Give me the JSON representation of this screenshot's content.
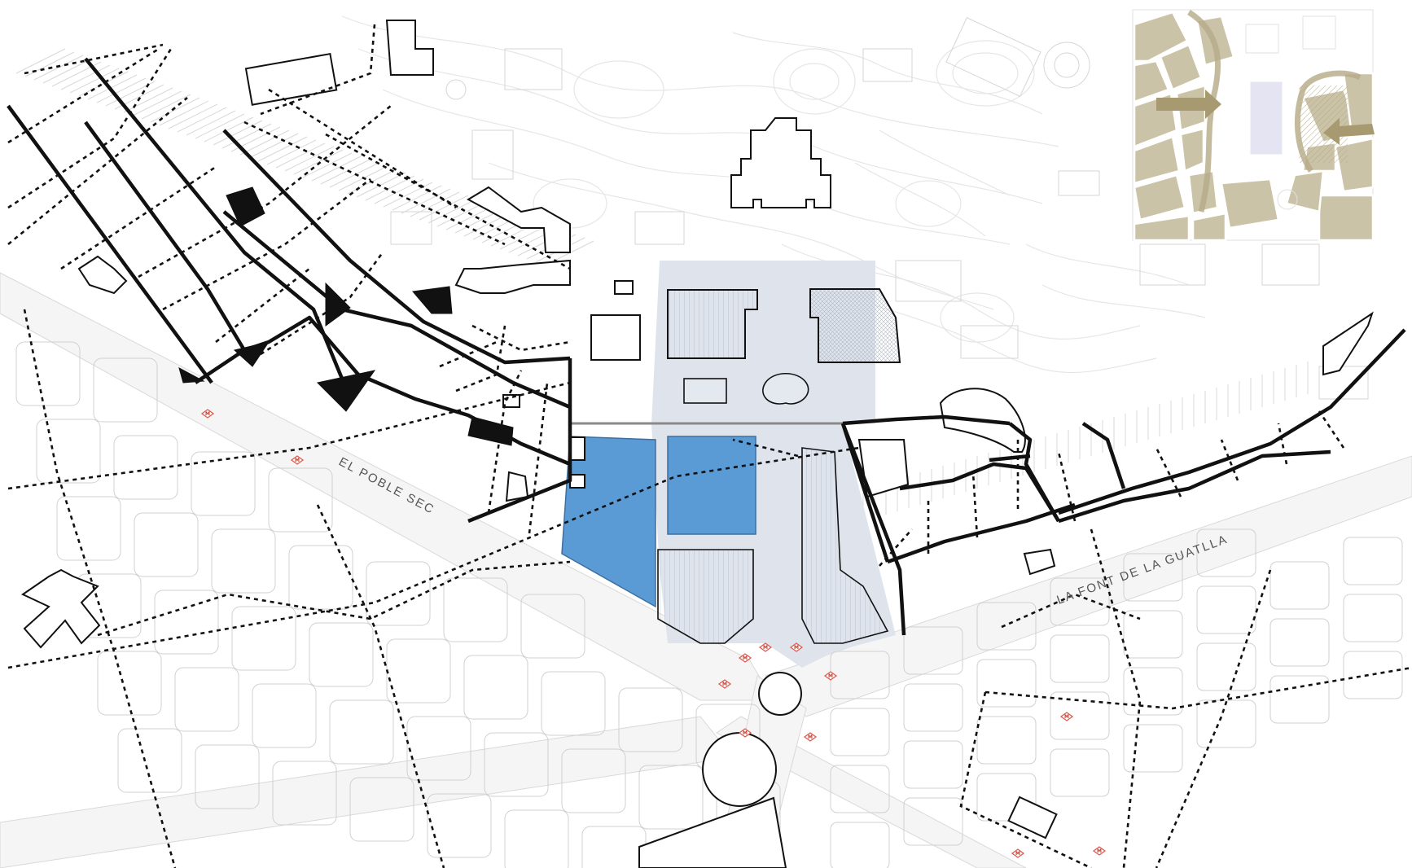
{
  "map": {
    "street_labels": {
      "poble_sec": "EL POBLE SEC",
      "font_guatlla": "LA FONT DE LA GUATLLA"
    },
    "metro_marker_text": "M",
    "colors": {
      "background": "#ffffff",
      "block_outline": "#cfcfcf",
      "topo_line": "#e3e3e3",
      "road_fill": "#f4f4f4",
      "main_route": "#111111",
      "secondary_route": "#111111",
      "highlight_building": "#5b9bd5",
      "fair_area": "#dde3ec",
      "metro_marker": "#e05a4f",
      "inset_blocks": "#cbc3a8",
      "inset_arrows": "#a89a70",
      "inset_highlight": "#e4e4f3"
    },
    "icons": [
      "metro-station-icon",
      "roundabout-icon",
      "direction-arrow-icon"
    ]
  }
}
